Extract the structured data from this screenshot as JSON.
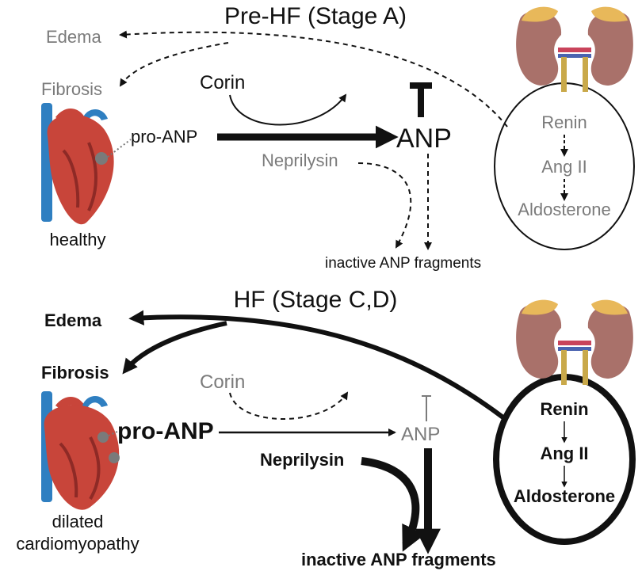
{
  "top": {
    "title": "Pre-HF (Stage A)",
    "edema": "Edema",
    "fibrosis": "Fibrosis",
    "corin": "Corin",
    "pro_anp": "pro-ANP",
    "anp": "ANP",
    "neprilysin": "Neprilysin",
    "fragments": "inactive ANP fragments",
    "heart_label": "healthy",
    "raas": [
      "Renin",
      "Ang II",
      "Aldosterone"
    ]
  },
  "bottom": {
    "title": "HF (Stage C,D)",
    "edema": "Edema",
    "fibrosis": "Fibrosis",
    "corin": "Corin",
    "pro_anp": "pro-ANP",
    "anp": "ANP",
    "neprilysin": "Neprilysin",
    "fragments": "inactive ANP fragments",
    "heart_label_1": "dilated",
    "heart_label_2": "cardiomyopathy",
    "raas": [
      "Renin",
      "Ang II",
      "Aldosterone"
    ]
  },
  "colors": {
    "text_black": "#111111",
    "text_grey": "#7b7b7b",
    "kidney": "#a9716a",
    "adrenal": "#e8b85a",
    "heart": "#c8453a",
    "vessel_blue": "#2f7fc1"
  }
}
